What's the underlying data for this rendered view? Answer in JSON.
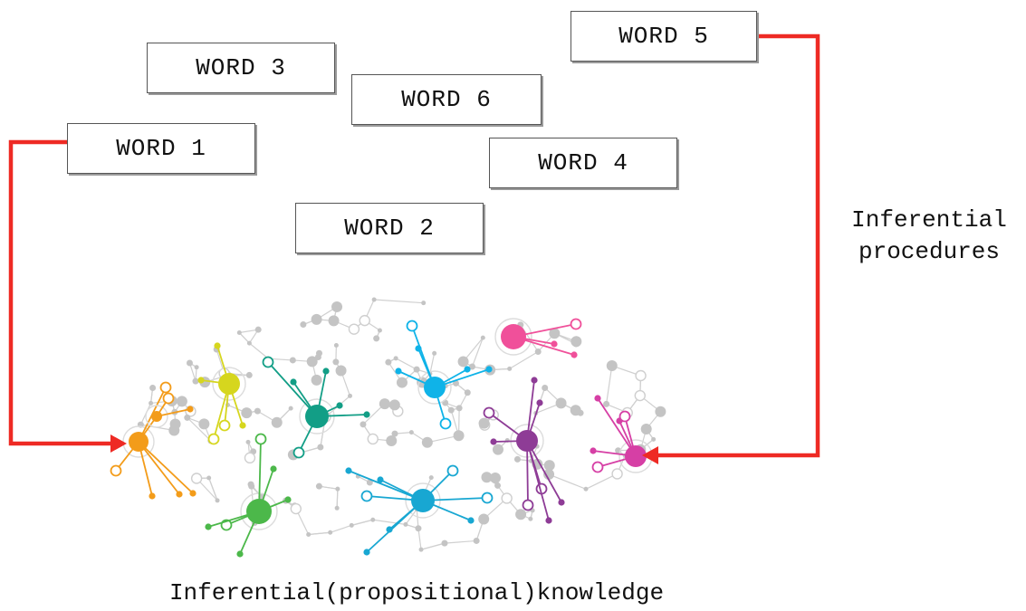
{
  "words": {
    "w1": "WORD 1",
    "w2": "WORD 2",
    "w3": "WORD 3",
    "w4": "WORD 4",
    "w5": "WORD 5",
    "w6": "WORD 6"
  },
  "side_label": {
    "line1": "Inferential",
    "line2": "procedures"
  },
  "bottom_label": "Inferential(propositional)knowledge",
  "colors": {
    "arrow": "#ee2a24",
    "node_gray": "#c4c4c4",
    "orange": "#f39c1a",
    "yellow": "#d6d61e",
    "green": "#4cb84a",
    "teal": "#129e86",
    "cyan": "#18a7d2",
    "cyan_light": "#0fb3e8",
    "purple": "#8e3c96",
    "magenta": "#d63fa5",
    "pink": "#f0509a"
  }
}
